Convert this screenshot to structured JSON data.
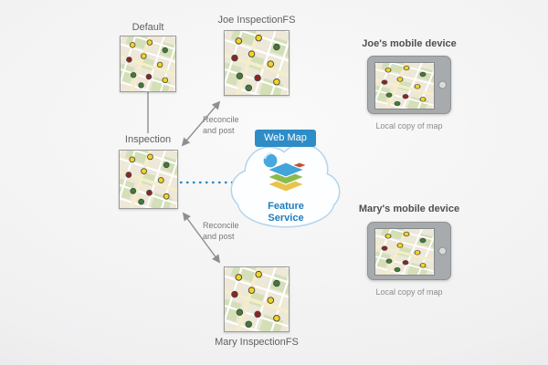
{
  "nodes": {
    "default": {
      "label": "Default"
    },
    "joe_fs": {
      "label": "Joe InspectionFS"
    },
    "inspection": {
      "label": "Inspection"
    },
    "mary_fs": {
      "label": "Mary InspectionFS"
    }
  },
  "cloud": {
    "badge_label": "Web Map",
    "service_label": "Feature Service"
  },
  "devices": {
    "joe": {
      "title": "Joe's mobile device",
      "caption": "Local copy of map"
    },
    "mary": {
      "title": "Mary's mobile device",
      "caption": "Local copy of map"
    }
  },
  "edges": {
    "top": {
      "label": "Reconcile and post"
    },
    "bottom": {
      "label": "Reconcile and post"
    }
  },
  "colors": {
    "badge_blue": "#2e8cc6",
    "service_text_blue": "#1b7cc0",
    "cloud_stroke": "#b3d6ec",
    "cloud_fill": "#fdfeff",
    "connector_gray": "#8f8f8f",
    "connector_blue": "#2e86c1",
    "map_bg": "#ede8d7",
    "map_green": "#d4dfb8",
    "map_road": "#f5eecb",
    "marker_yellow": "#f6d41d",
    "marker_green": "#3f7d35",
    "marker_red": "#8e2323",
    "device_body": "#a7abad",
    "label_gray": "#5f5f5f"
  }
}
